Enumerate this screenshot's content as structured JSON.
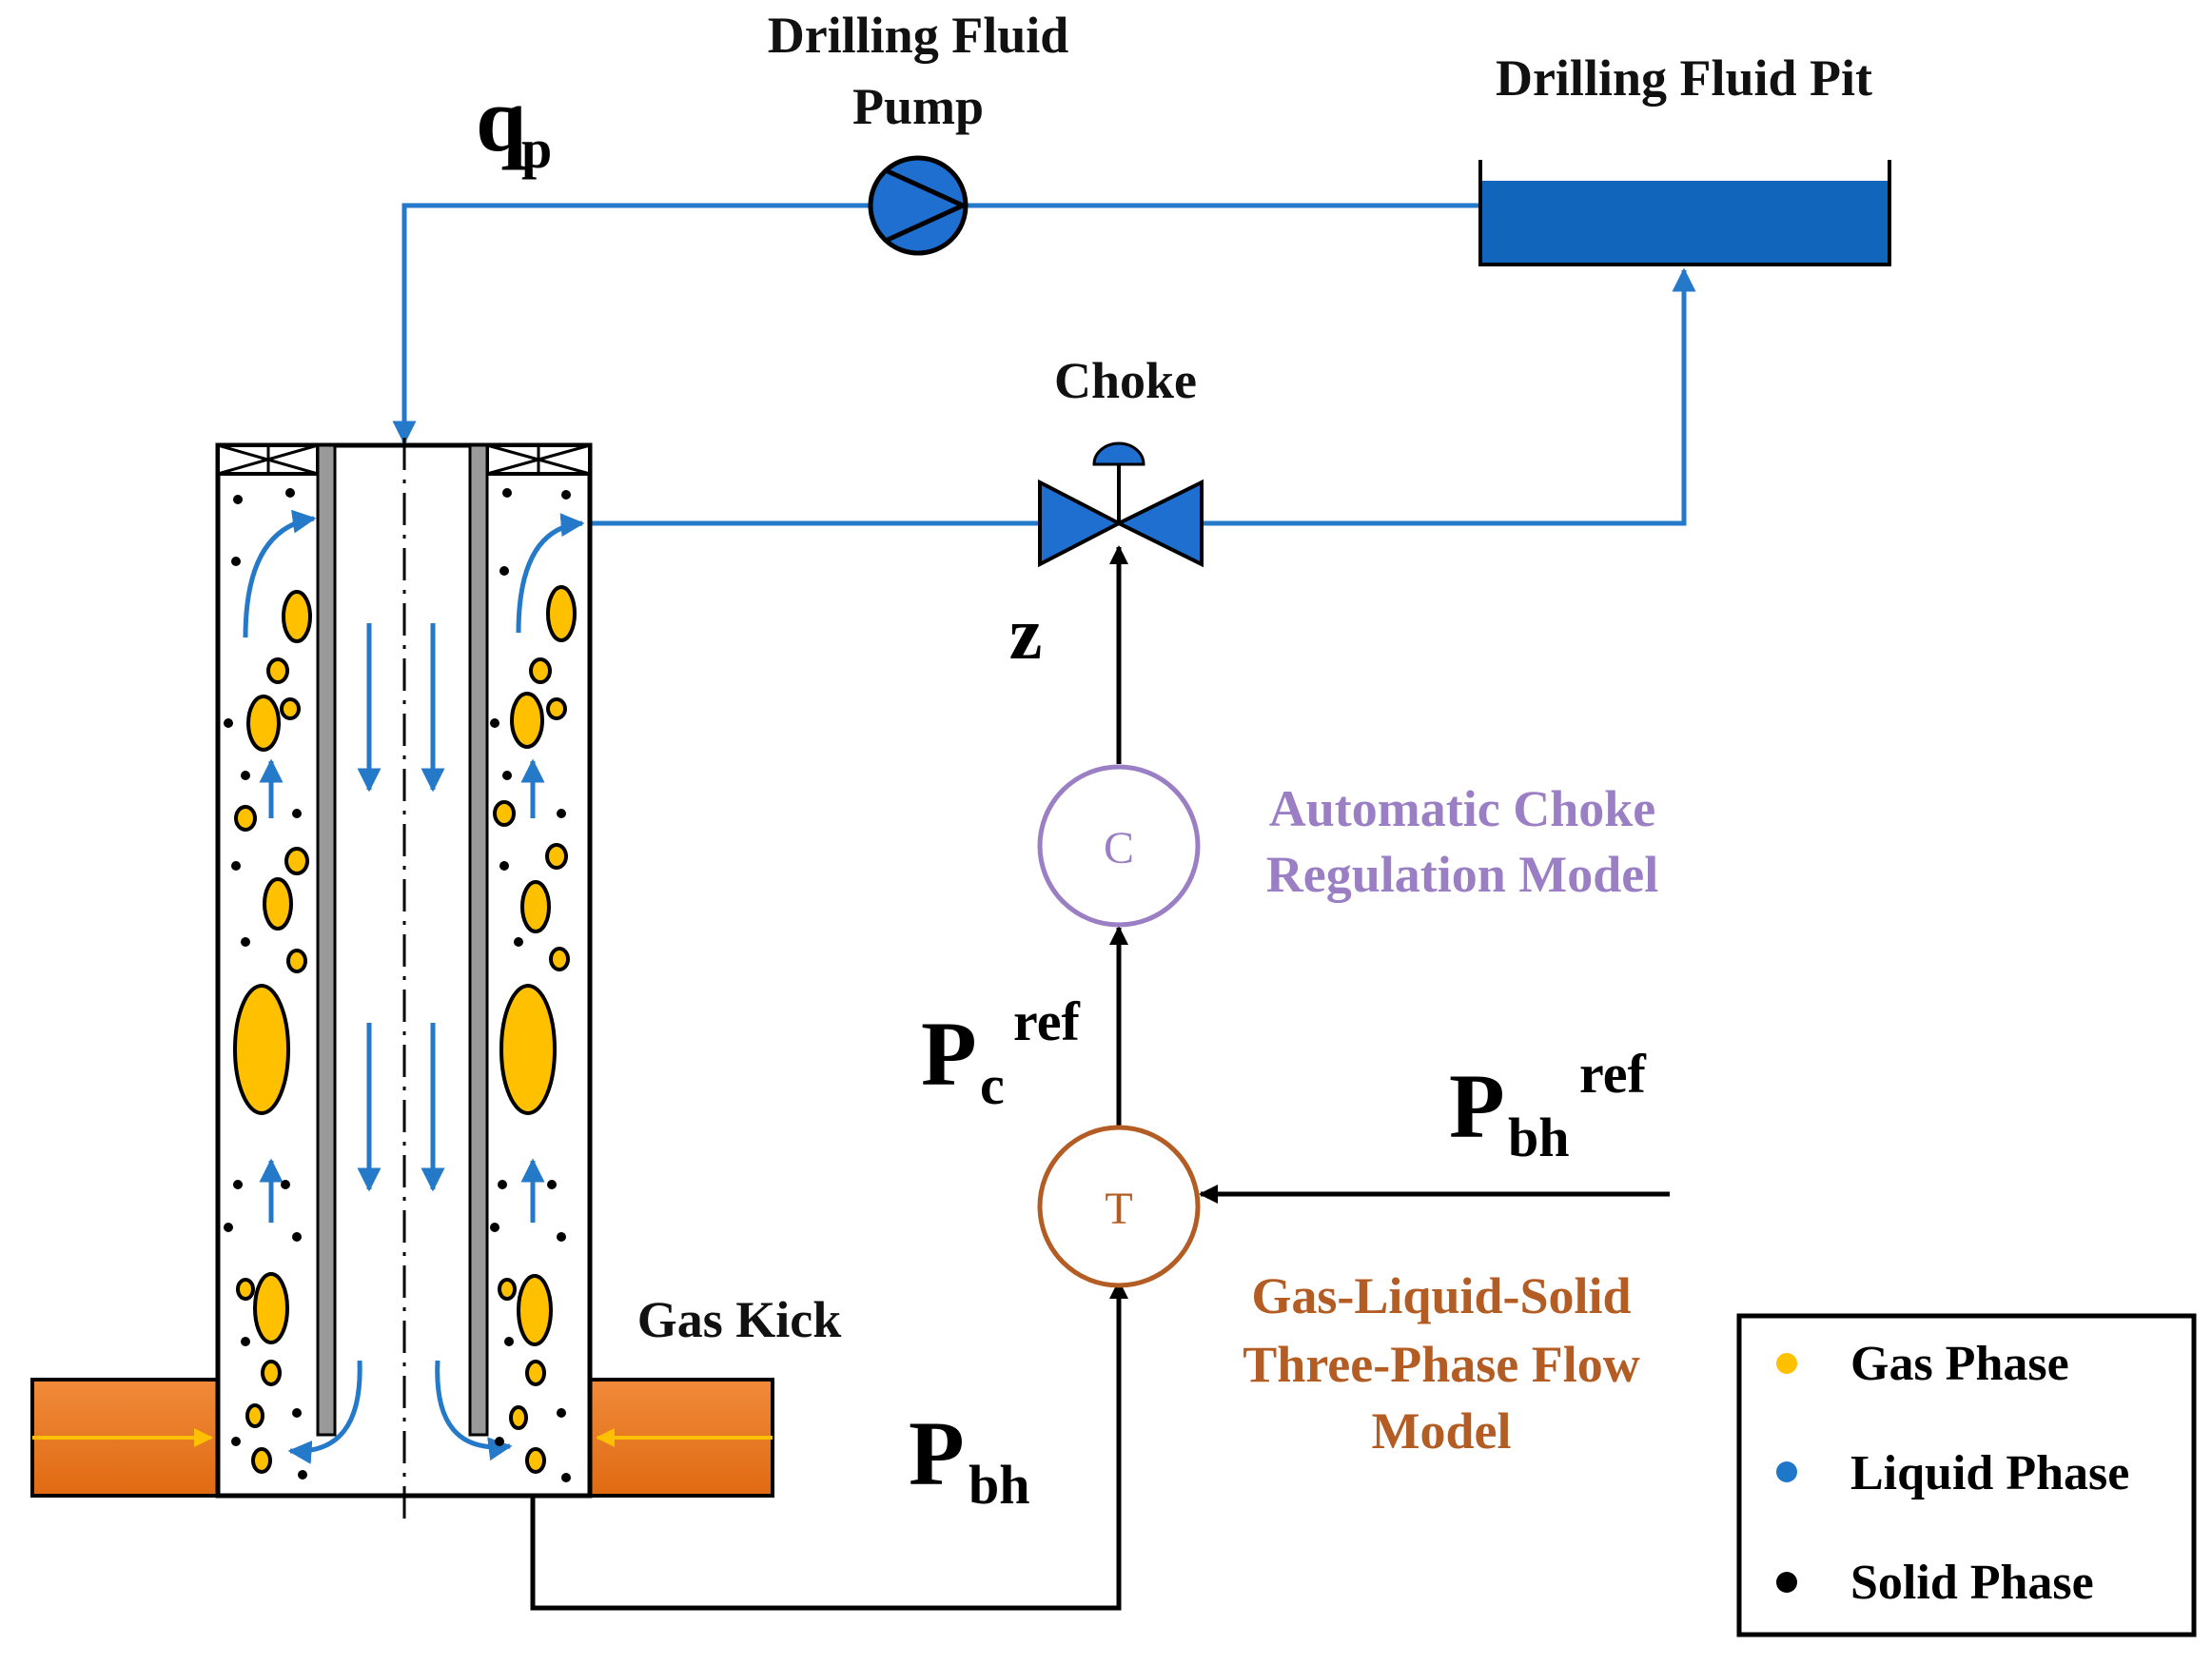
{
  "labels": {
    "pump": [
      "Drilling Fluid",
      "Pump"
    ],
    "pit": "Drilling Fluid Pit",
    "choke": "Choke",
    "gas_kick": "Gas Kick",
    "qp_main": "q",
    "qp_sub": "p",
    "z": "z",
    "pc_main": "P",
    "pc_sub": "c",
    "pc_sup": "ref",
    "pbhref_main": "P",
    "pbhref_sub": "bh",
    "pbhref_sup": "ref",
    "pbh_main": "P",
    "pbh_sub": "bh"
  },
  "controller": {
    "letter": "C",
    "title": [
      "Automatic Choke",
      "Regulation Model"
    ]
  },
  "transmitter": {
    "letter": "T",
    "title": [
      "Gas-Liquid-Solid",
      "Three-Phase Flow",
      "Model"
    ]
  },
  "legend": {
    "items": [
      {
        "label": "Gas Phase",
        "color": "#ffc000"
      },
      {
        "label": "Liquid Phase",
        "color": "#1f77c9"
      },
      {
        "label": "Solid Phase",
        "color": "#000000"
      }
    ]
  },
  "colors": {
    "fluid_line": "#2479c8",
    "gas": "#ffc000",
    "formation": "#e97b26",
    "pit": "#1166bb",
    "controller": "#9b7fc4",
    "transmitter": "#b35d24"
  }
}
